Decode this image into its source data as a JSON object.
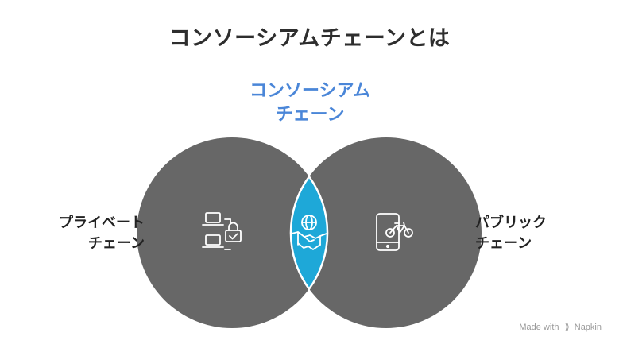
{
  "title": "コンソーシアムチェーンとは",
  "center": {
    "line1": "コンソーシアム",
    "line2": "チェーン"
  },
  "left": {
    "line1": "プライベート",
    "line2": "チェーン",
    "icon": "laptops-lock-icon"
  },
  "right": {
    "line1": "パブリック",
    "line2": "チェーン",
    "icon": "phone-bicycle-icon"
  },
  "overlap_icon": "globe-handshake-icon",
  "watermark": {
    "prefix": "Made with",
    "brand": "Napkin"
  },
  "colors": {
    "circle": "#676767",
    "overlap": "#1ea8d8",
    "title": "#2e2e2e",
    "accent": "#4a86d8"
  }
}
